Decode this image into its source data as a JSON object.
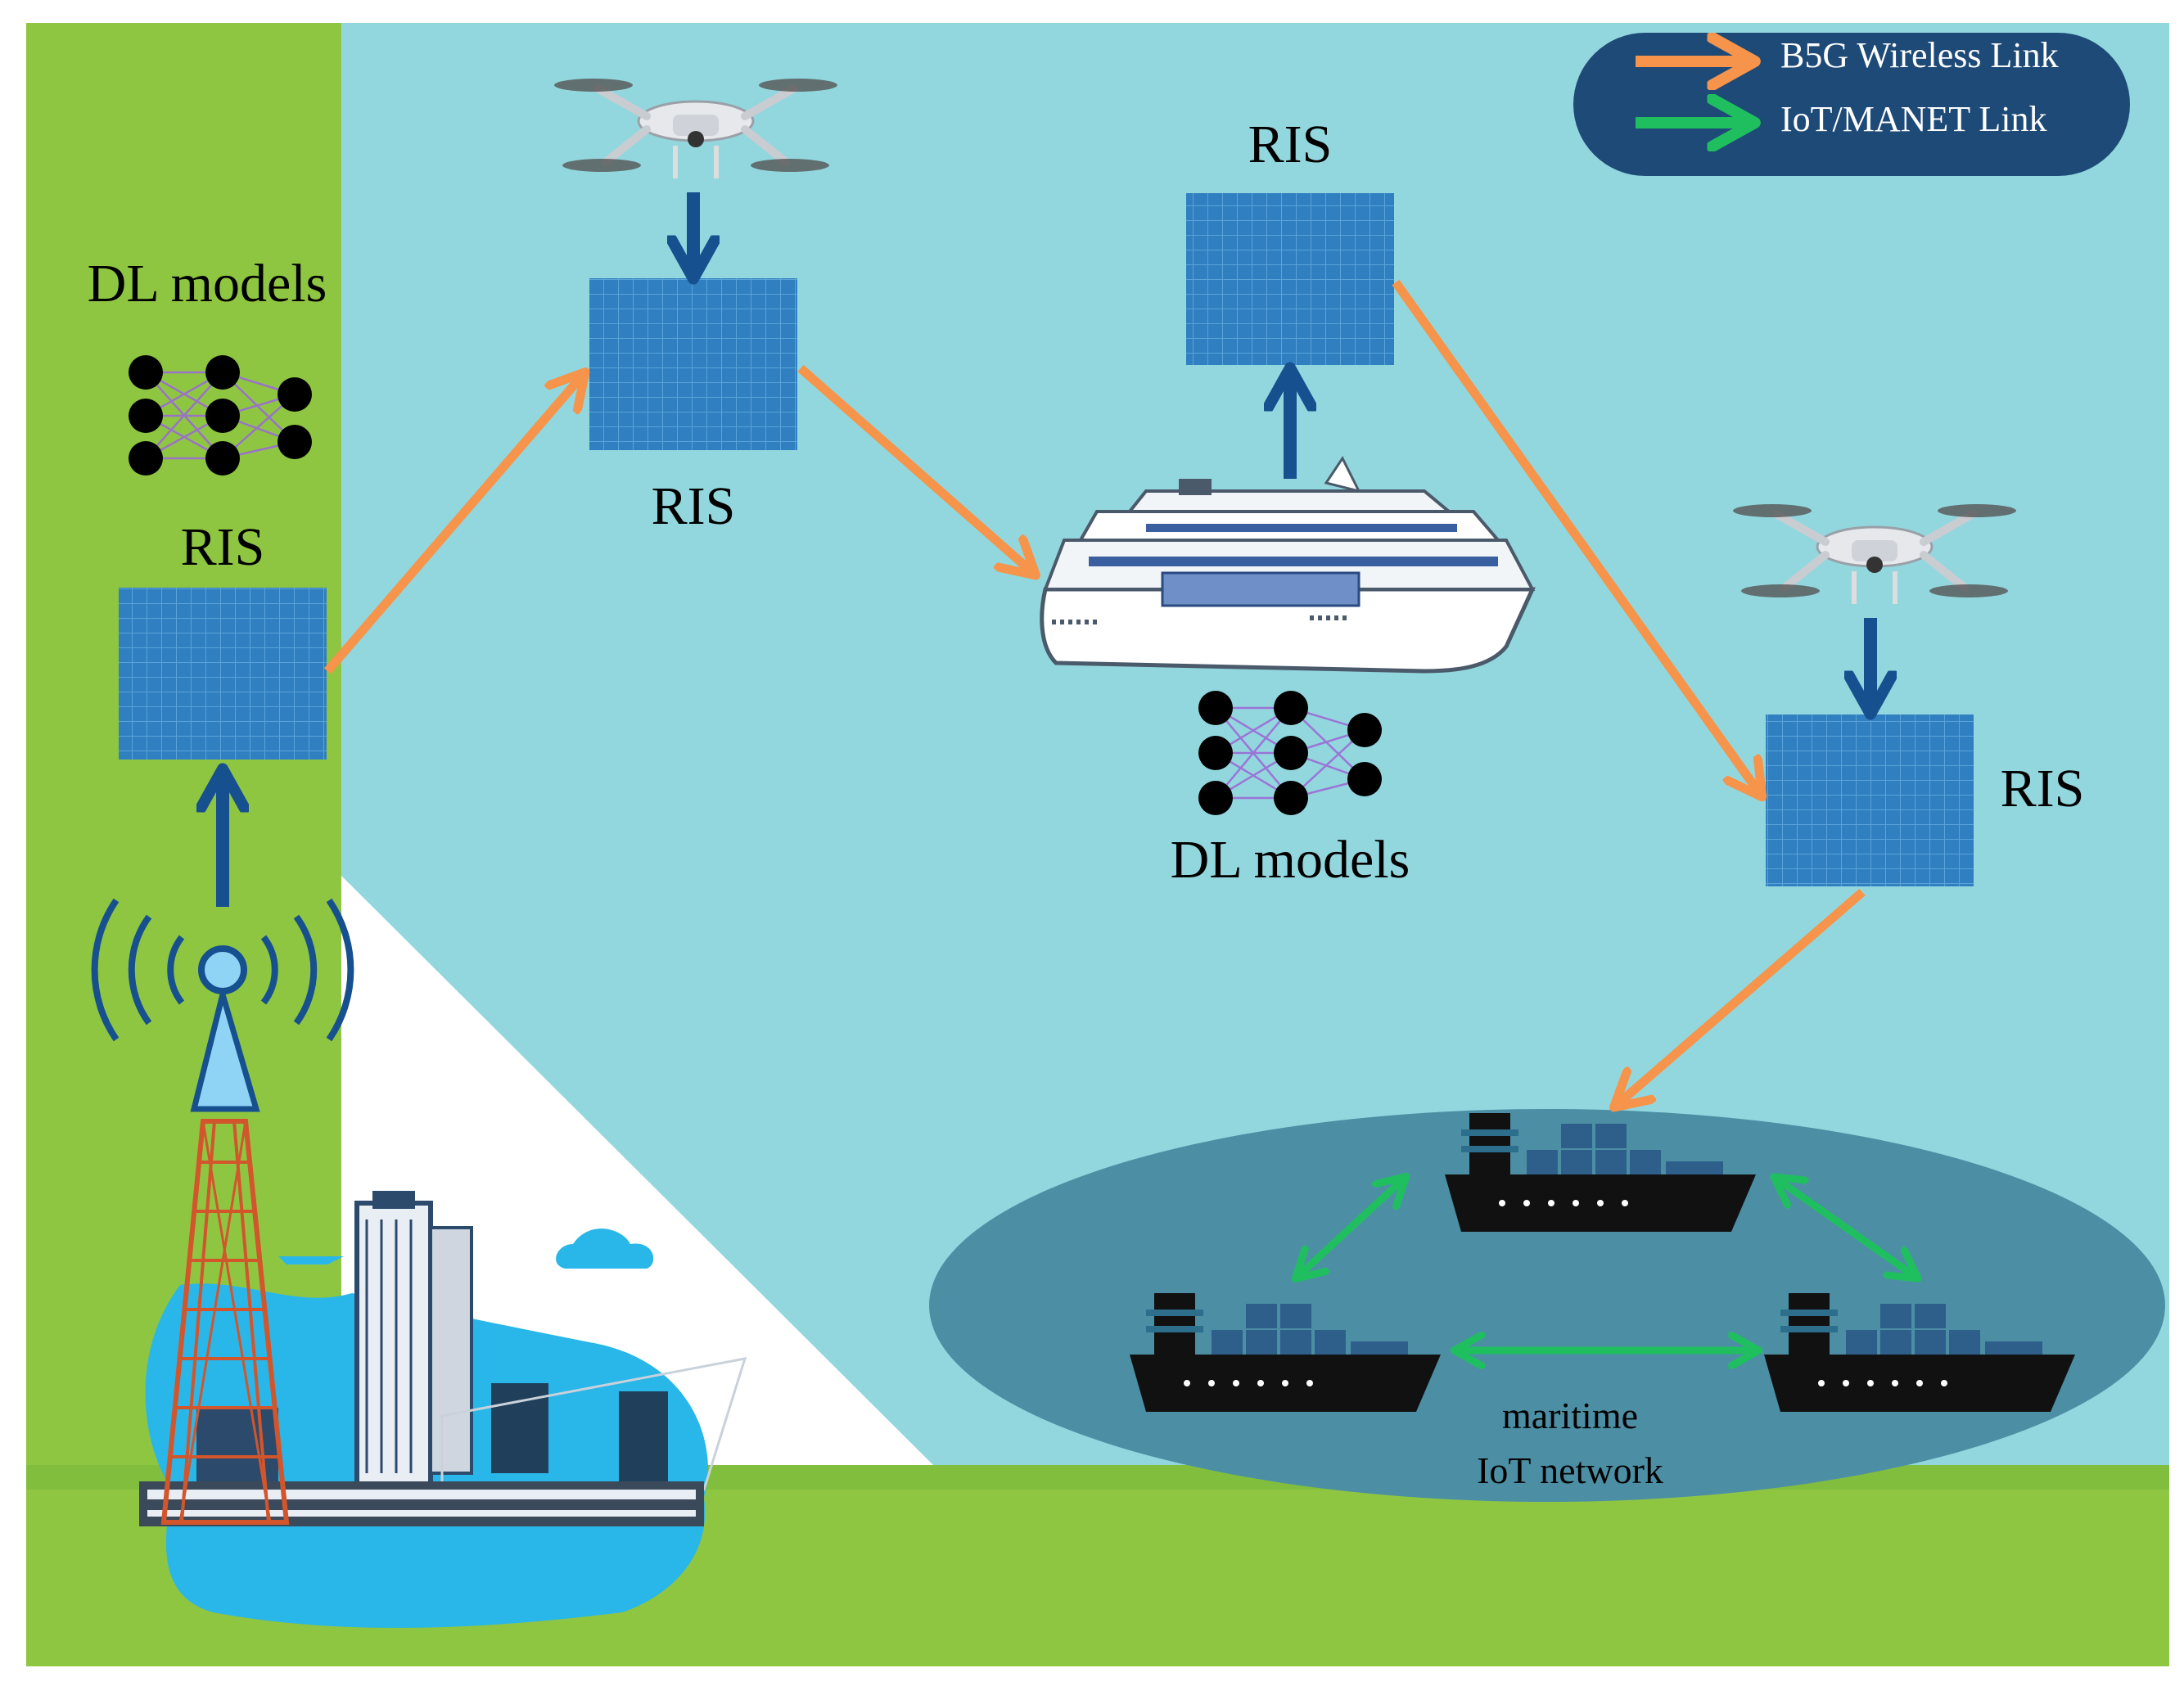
{
  "legend": {
    "items": [
      {
        "label": "B5G Wireless Link",
        "color": "#f5944a",
        "icon": "orange-arrow"
      },
      {
        "label": "IoT/MANET Link",
        "color": "#1fbf5f",
        "icon": "green-arrow"
      }
    ],
    "background": "#1e4a78"
  },
  "labels": {
    "dl_models_left": "DL models",
    "dl_models_center": "DL models",
    "ris_left": "RIS",
    "ris_upper_left": "RIS",
    "ris_upper_center": "RIS",
    "ris_right": "RIS",
    "maritime_line1": "maritime",
    "maritime_line2": "IoT network"
  },
  "colors": {
    "sky": "#93d7de",
    "grass": "#8fc641",
    "grass_dark": "#7ab93a",
    "ris_panel": "#2f7fc1",
    "ris_grid": "#4f9ad3",
    "arrow_blue": "#16508f",
    "b5g_link": "#f5944a",
    "iot_link": "#1fbf5f",
    "sea_ellipse": "#4c8fa5"
  },
  "icons": [
    "drone-icon",
    "cruise-ship-icon",
    "cargo-ship-icon",
    "cell-tower-icon",
    "neural-network-icon",
    "city-port-icon",
    "ris-panel-icon"
  ]
}
